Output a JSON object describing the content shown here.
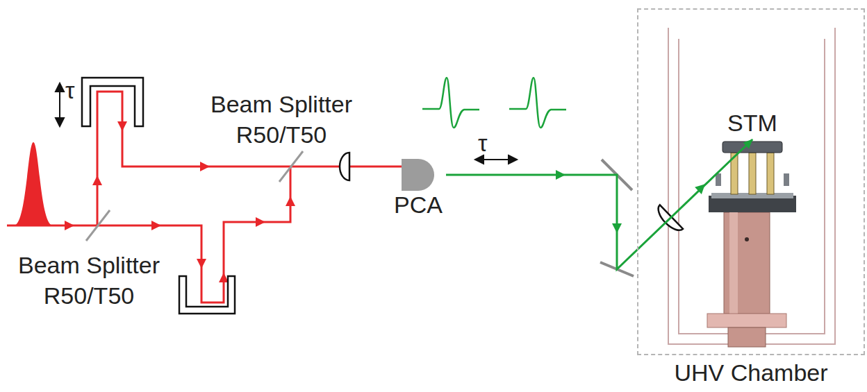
{
  "diagram": {
    "nodes": [
      {
        "text": [
          "PCA"
        ]
      },
      {
        "text": [
          "UHV Chamber"
        ]
      },
      {
        "text": [
          "STM"
        ],
        "in": 1
      }
    ],
    "edges": [
      {
        "from": 0,
        "to": 2,
        "arrow": "to"
      }
    ],
    "labels": [
      "τ",
      "Beam Splitter R50/T50",
      "τ",
      "Beam Splitter R50/T50"
    ]
  }
}
